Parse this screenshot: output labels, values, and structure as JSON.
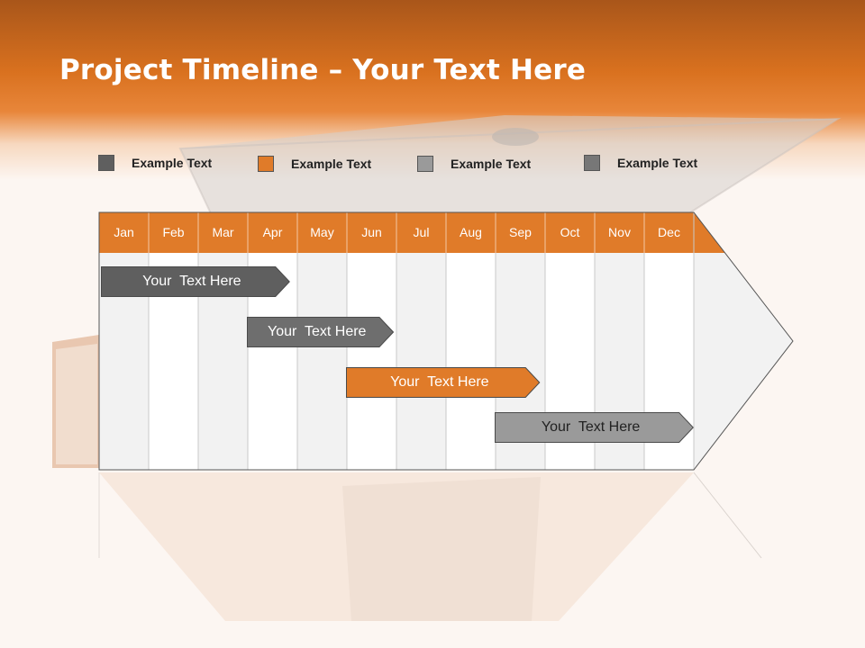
{
  "title": {
    "bold": "Project Timeline",
    "rest": " – Your Text Here"
  },
  "legend": [
    {
      "label": "Example Text",
      "color": "#5f5f5f"
    },
    {
      "label": "Example Text",
      "color": "#e07b29"
    },
    {
      "label": "Example Text",
      "color": "#9a9a9a"
    },
    {
      "label": "Example Text",
      "color": "#777777"
    }
  ],
  "months": [
    "Jan",
    "Feb",
    "Mar",
    "Apr",
    "May",
    "Jun",
    "Jul",
    "Aug",
    "Sep",
    "Oct",
    "Nov",
    "Dec"
  ],
  "tasks": [
    {
      "label": "Your  Text Here",
      "start_month": 1.0,
      "end_month": 4.85,
      "color": "#5f5f5f",
      "text_color": "#ffffff"
    },
    {
      "label": "Your  Text Here",
      "start_month": 3.95,
      "end_month": 6.95,
      "color": "#6e6e6e",
      "text_color": "#ffffff"
    },
    {
      "label": "Your  Text Here",
      "start_month": 5.95,
      "end_month": 9.9,
      "color": "#e07b29",
      "text_color": "#ffffff"
    },
    {
      "label": "Your  Text Here",
      "start_month": 8.95,
      "end_month": 13.0,
      "color": "#9a9a9a",
      "text_color": "#222222"
    }
  ],
  "colors": {
    "header_orange": "#e07b29",
    "column_light": "#f2f2f2",
    "column_white": "#ffffff",
    "grid_line": "#c8c8c8"
  }
}
